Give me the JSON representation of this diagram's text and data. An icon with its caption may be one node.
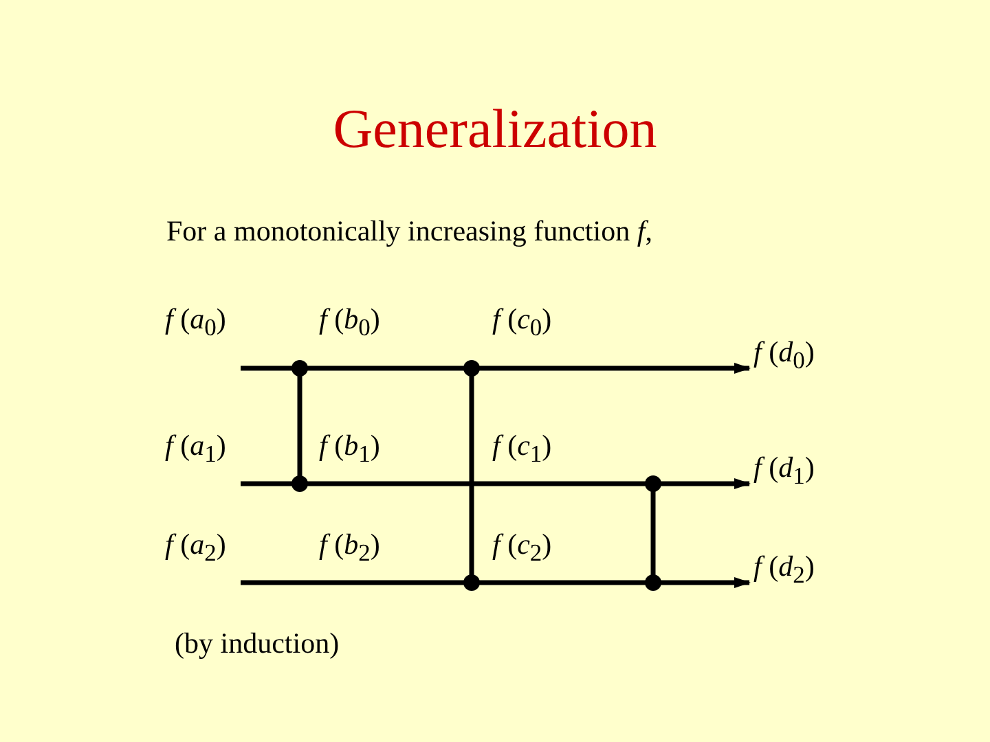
{
  "diagram": {
    "title": "Generalization",
    "nodes": [
      {
        "text": [
          "*f* (*d*$_{0}$)"
        ]
      },
      {
        "text": [
          "*f* (*d*$_{1}$)"
        ]
      },
      {
        "text": [
          "*f* (*d*$_{2}$)"
        ]
      }
    ],
    "edges": [
      {
        "from": null,
        "to": 0,
        "arrow": "to"
      },
      {
        "from": null,
        "to": 1,
        "arrow": "to"
      },
      {
        "from": null,
        "to": 2,
        "arrow": "to"
      }
    ],
    "labels": [
      "For a monotonically increasing function *f*,",
      "*f* (*a*$_{0}$)",
      "*f* (*b*$_{0}$)",
      "*f* (*c*$_{0}$)",
      "*f* (*a*$_{1}$)",
      "*f* (*b*$_{1}$)",
      "*f* (*c*$_{1}$)",
      "*f* (*a*$_{2}$)",
      "*f* (*b*$_{2}$)",
      "*f* (*c*$_{2}$)",
      "(by induction)"
    ]
  }
}
